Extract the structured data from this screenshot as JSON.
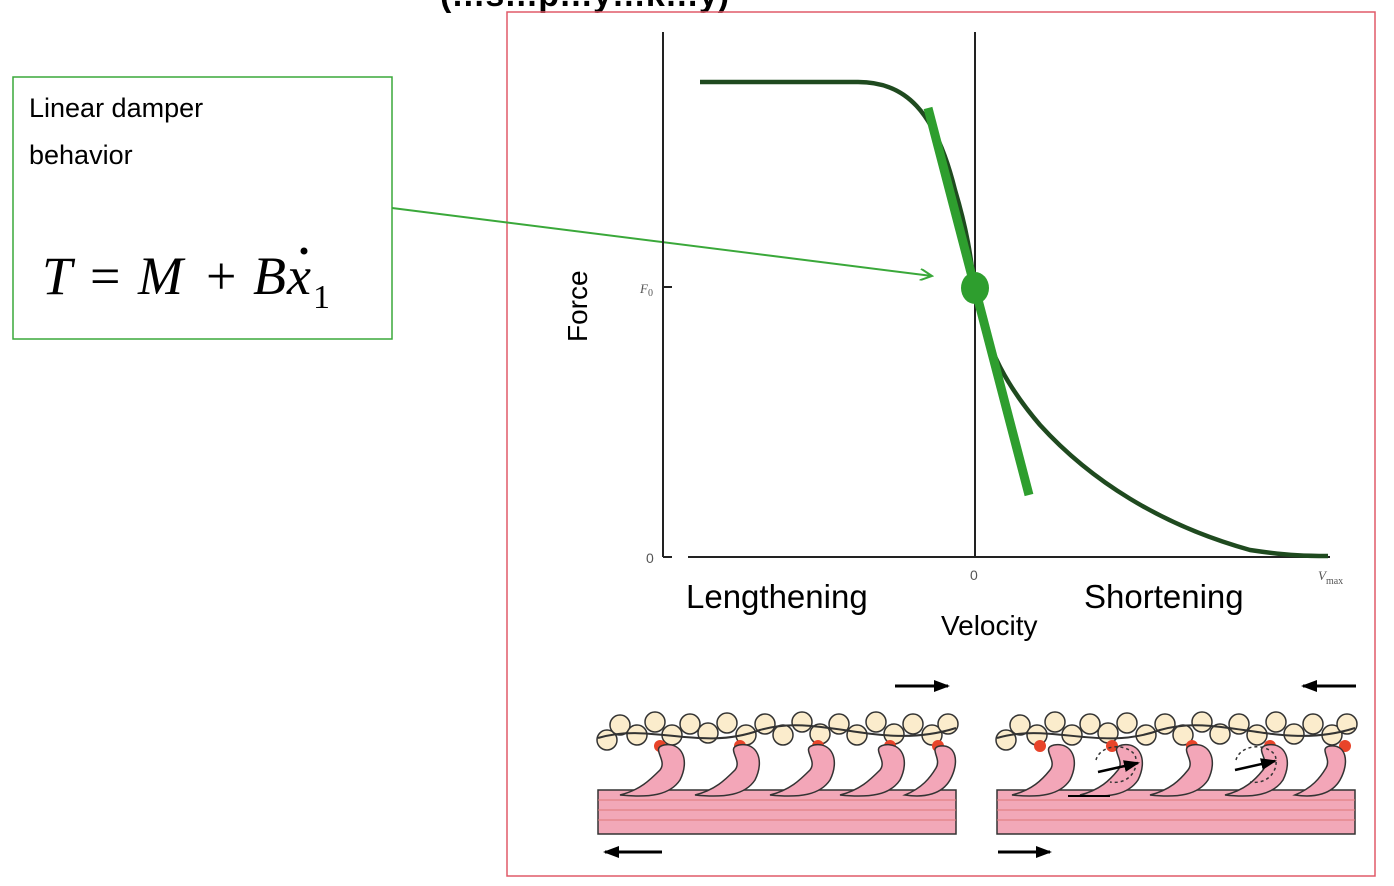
{
  "header": {
    "title_fragment": "(…s…p…y…k…y)"
  },
  "annotation": {
    "line1": "Linear damper",
    "line2": "behavior",
    "equation": {
      "lhs": "T",
      "eq": "=",
      "m": "M",
      "plus": "+",
      "b": "B",
      "x": "x",
      "sub": "1"
    },
    "box_color": "#3aa83a",
    "arrow_color": "#3aa83a"
  },
  "chart_data": {
    "type": "line",
    "ylabel": "Force",
    "xlabel": "Velocity",
    "y_ticks": [
      "F0",
      "0"
    ],
    "x_ticks": [
      "0",
      "Vmax"
    ],
    "region_labels": {
      "left": "Lengthening",
      "right": "Shortening"
    },
    "curve_color": "#1f4a1f",
    "tangent_color": "#2e9e2e",
    "frame_color": "#e05a68"
  },
  "illustration": {
    "left_panel": {
      "top_arrow": "right",
      "bottom_arrow": "left"
    },
    "right_panel": {
      "top_arrow": "left",
      "bottom_arrow": "right"
    }
  }
}
